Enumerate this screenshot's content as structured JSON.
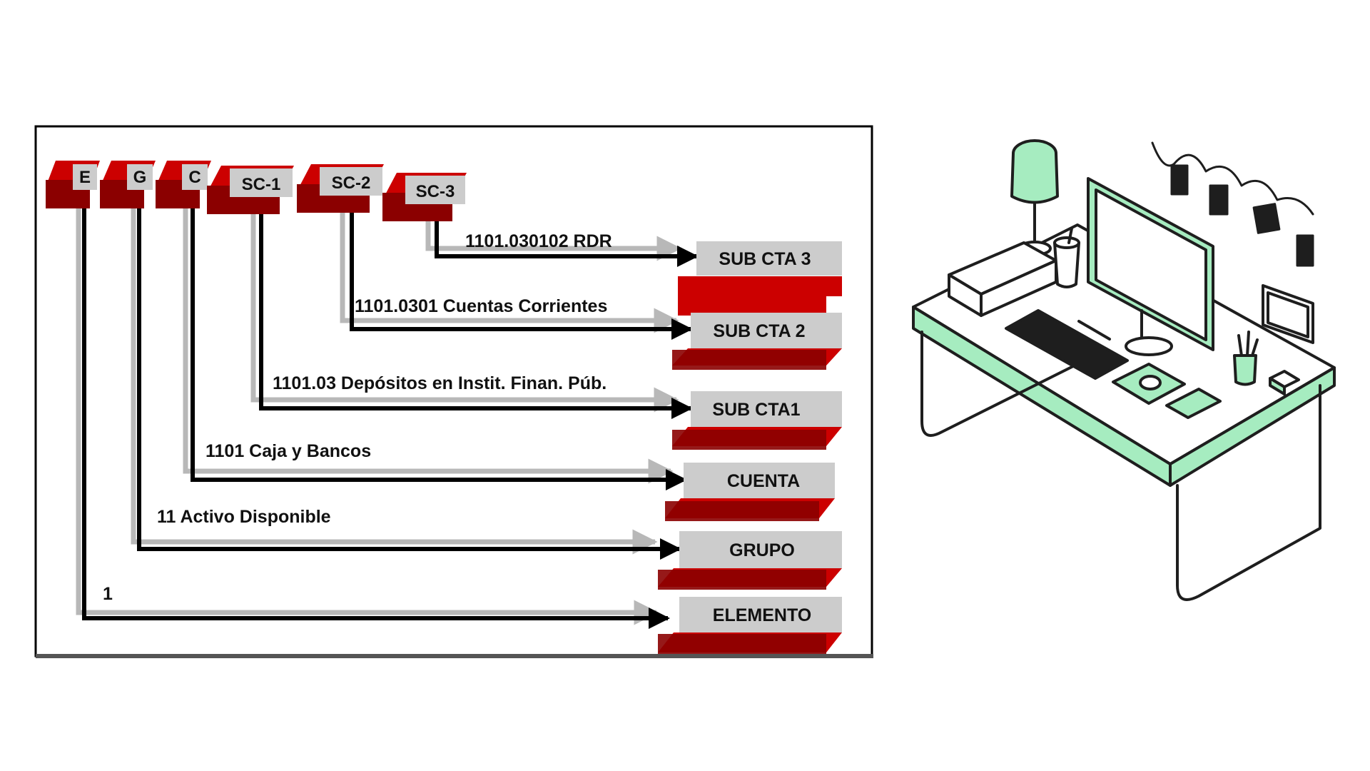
{
  "header_labels": [
    "E",
    "G",
    "C",
    "SC-1",
    "SC-2",
    "SC-3"
  ],
  "account_codes": {
    "elemento": "1",
    "grupo": "11  Activo Disponible",
    "cuenta": "1101  Caja y Bancos",
    "sub_cta_1": "1101.03 Depósitos en Instit. Finan. Púb.",
    "sub_cta_2": "1101.0301  Cuentas Corrientes",
    "sub_cta_3": "1101.030102 RDR"
  },
  "level_boxes": {
    "sub_cta_3": "SUB CTA 3",
    "sub_cta_2": "SUB CTA 2",
    "sub_cta_1": "SUB CTA1",
    "cuenta": "CUENTA",
    "grupo": "GRUPO",
    "elemento": "ELEMENTO"
  },
  "colors": {
    "block_red": "#cc0000",
    "block_dark_red": "#8b0000",
    "label_gray": "#cccccc",
    "accent_green": "#a6ecc0",
    "line_black": "#000000"
  },
  "icons": [
    "desk-icon",
    "computer-monitor-icon",
    "lamp-icon",
    "keyboard-icon",
    "mouse-icon",
    "calculator-icon",
    "pencil-cup-icon",
    "picture-frame-icon",
    "books-icon",
    "coffee-cup-icon"
  ]
}
